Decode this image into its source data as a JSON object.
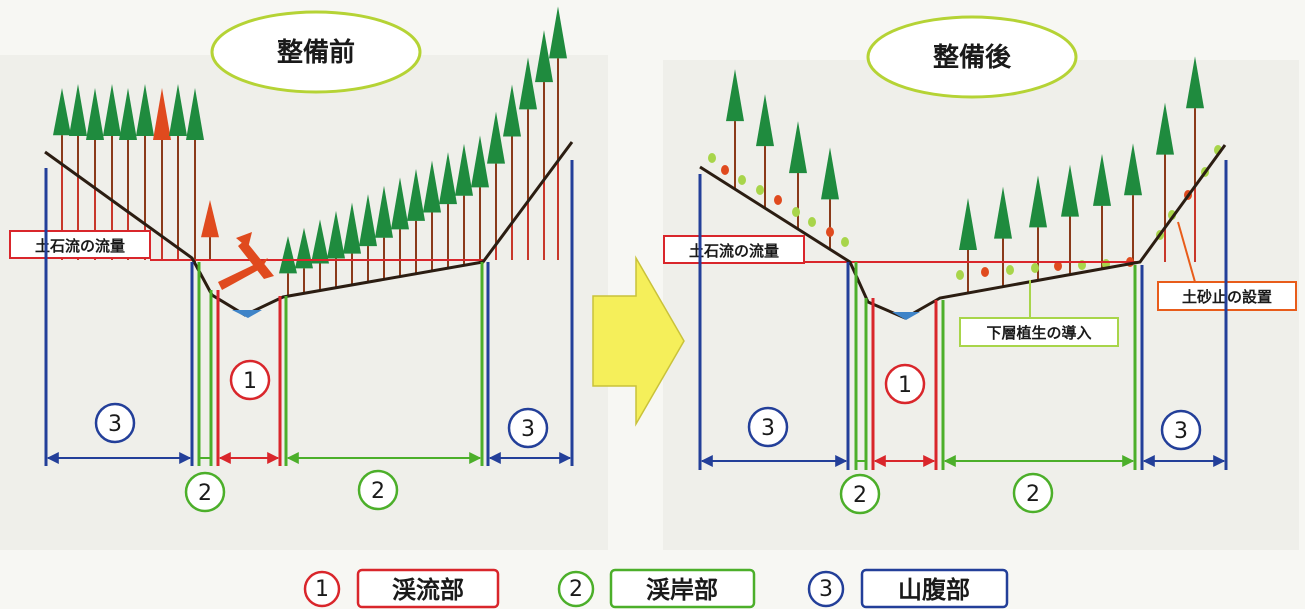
{
  "panels": {
    "before": {
      "title": "整備前",
      "flow_label": "土石流の流量",
      "zone_numbers": [
        "3",
        "2",
        "1",
        "2",
        "3"
      ]
    },
    "after": {
      "title": "整備後",
      "flow_label": "土石流の流量",
      "understory_label": "下層植生の導入",
      "erosion_control_label": "土砂止の設置",
      "zone_numbers": [
        "3",
        "2",
        "1",
        "2",
        "3"
      ]
    }
  },
  "legend": [
    {
      "number": "1",
      "label": "渓流部",
      "color": "#d9262b"
    },
    {
      "number": "2",
      "label": "渓岸部",
      "color": "#4caf2a"
    },
    {
      "number": "3",
      "label": "山腹部",
      "color": "#233f99"
    }
  ],
  "colors": {
    "title_ellipse": "#b5d335",
    "tree": "#1f8b3e",
    "dead_tree": "#e04a1e",
    "water": "#3f84c8",
    "arrow": "#f5ef5a",
    "understory": "#a8d54a"
  }
}
